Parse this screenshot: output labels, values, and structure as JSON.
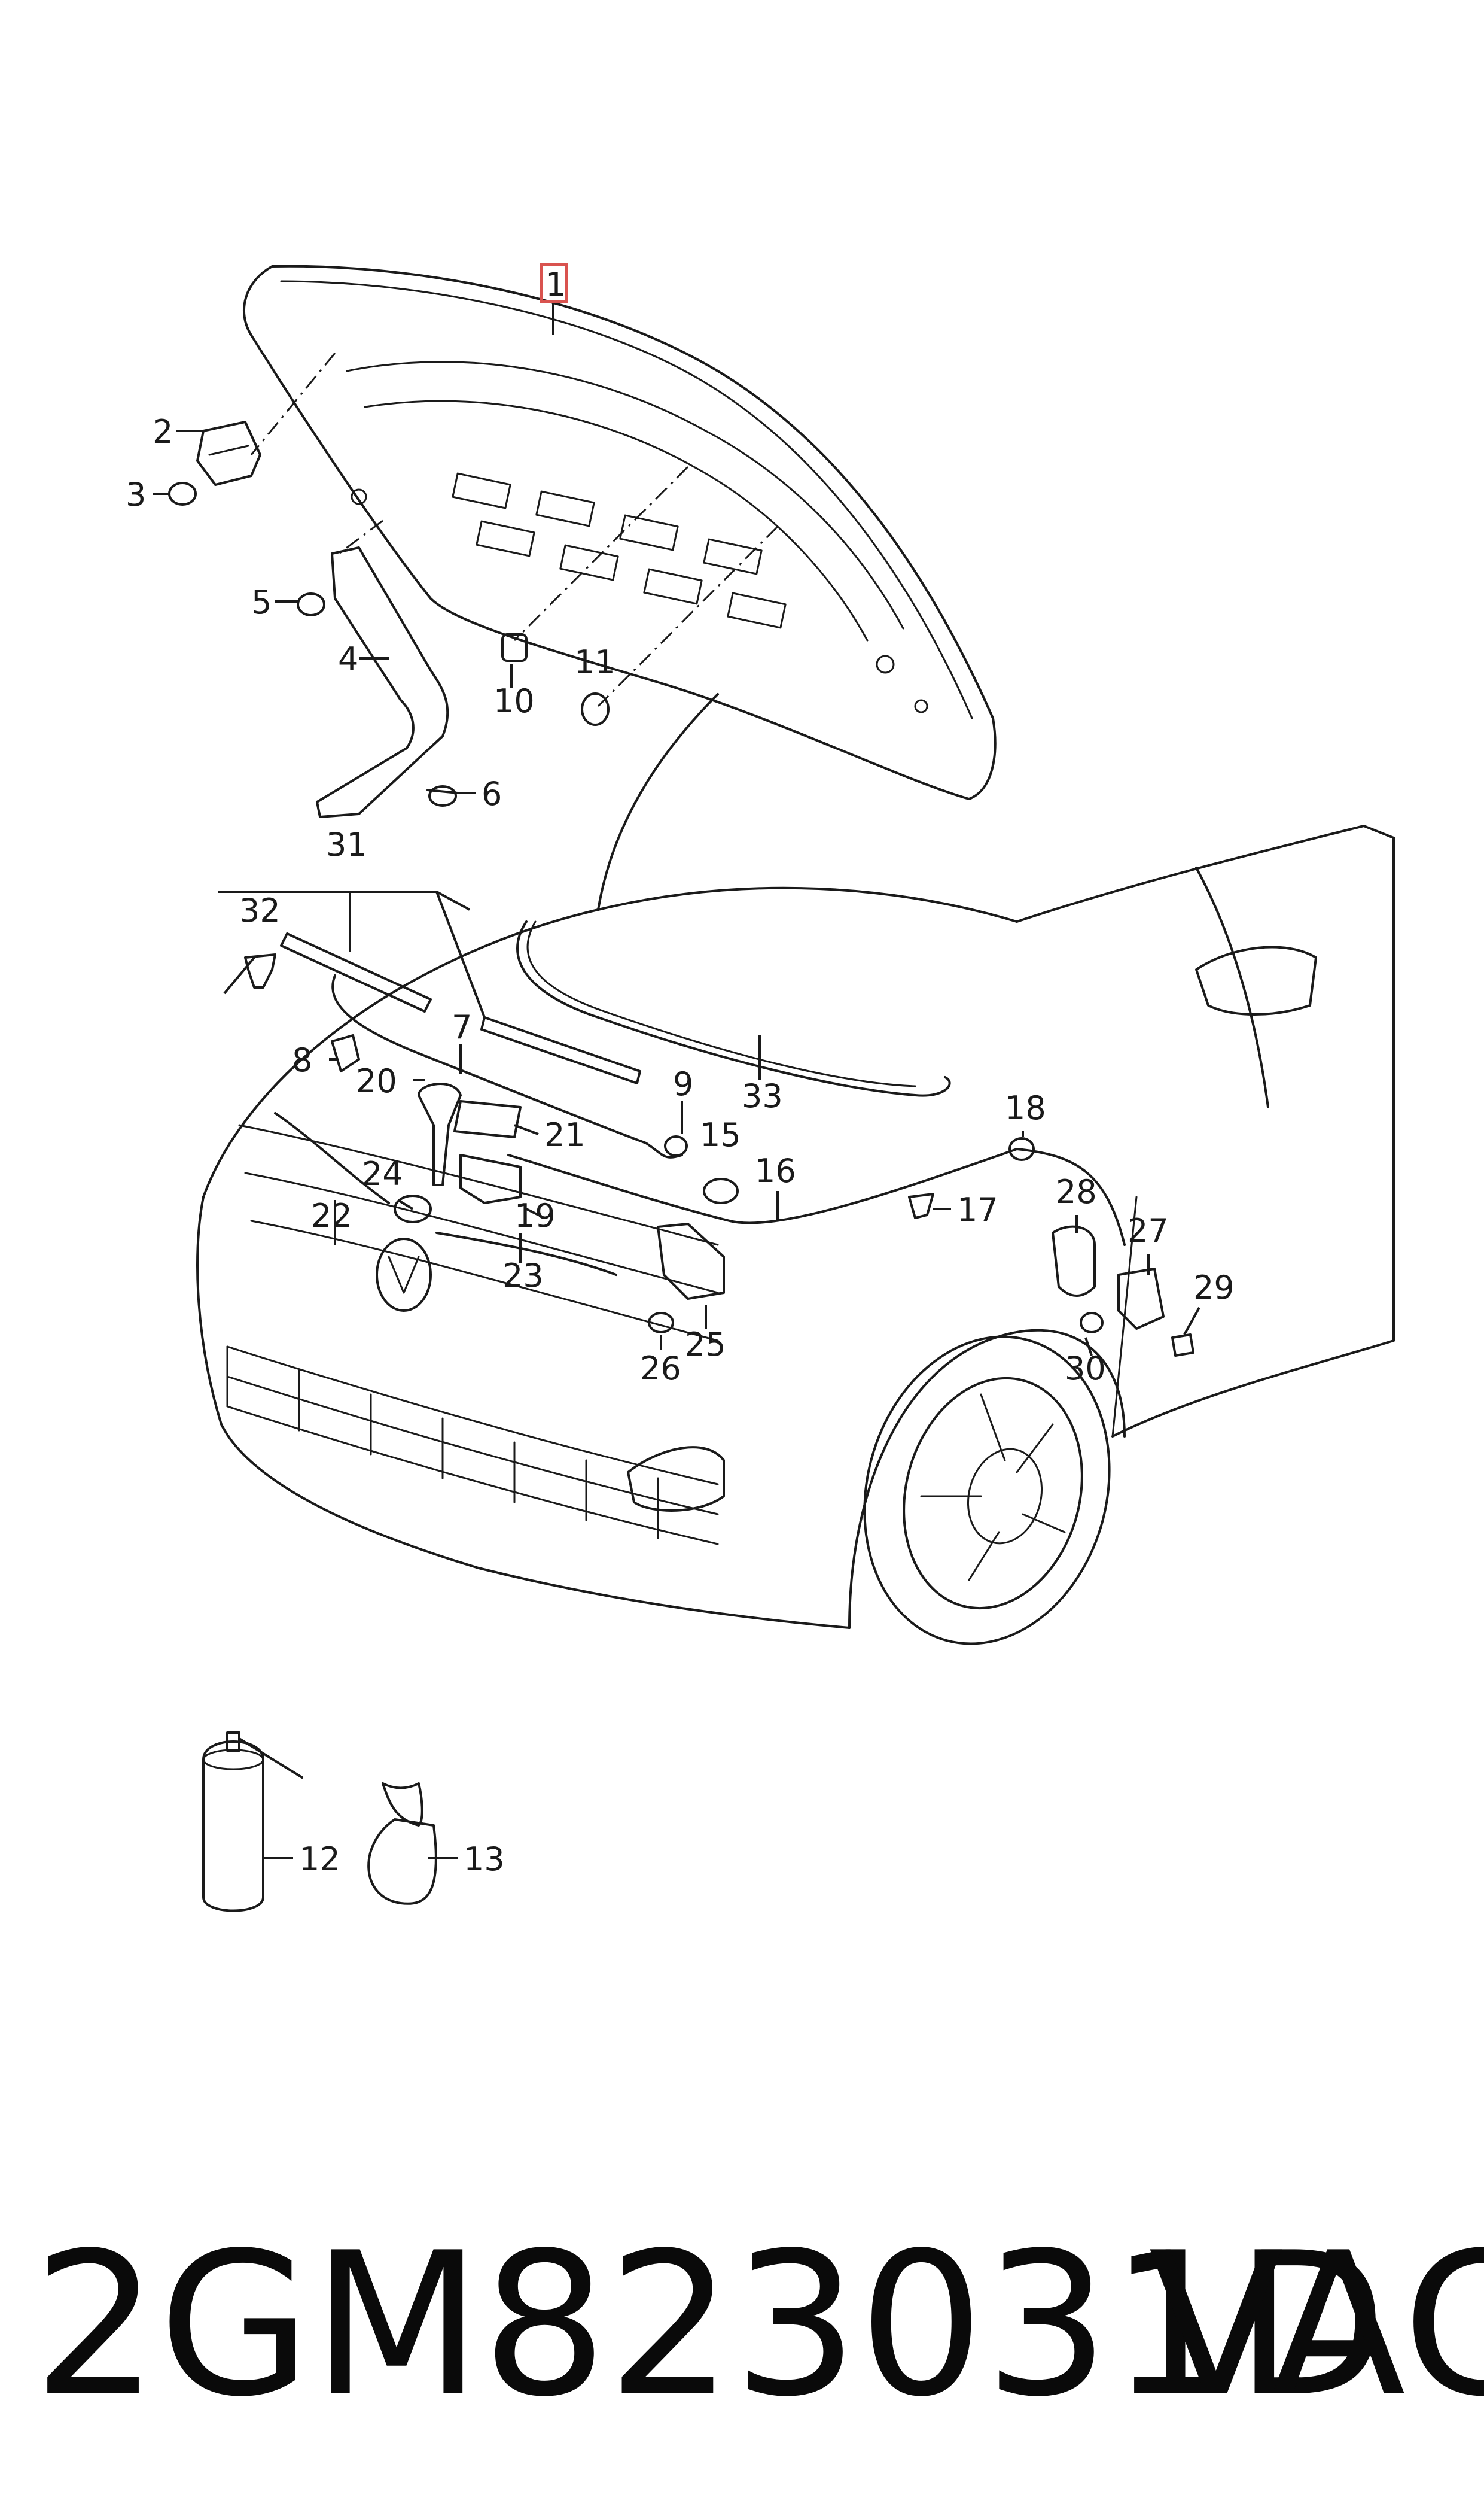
{
  "diagram": {
    "callouts": [
      "1",
      "2",
      "3",
      "4",
      "5",
      "6",
      "7",
      "8",
      "9",
      "10",
      "11",
      "12",
      "13",
      "15",
      "16",
      "17",
      "18",
      "19",
      "20",
      "21",
      "22",
      "23",
      "24",
      "25",
      "26",
      "27",
      "28",
      "29",
      "30",
      "31",
      "32",
      "33"
    ],
    "highlighted_callout": "1"
  },
  "footer": {
    "part_number": "2GM823031D",
    "brand": "VAG"
  },
  "colors": {
    "line": "#1a1a1a",
    "highlight": "#d9534f",
    "background": "#ffffff"
  }
}
